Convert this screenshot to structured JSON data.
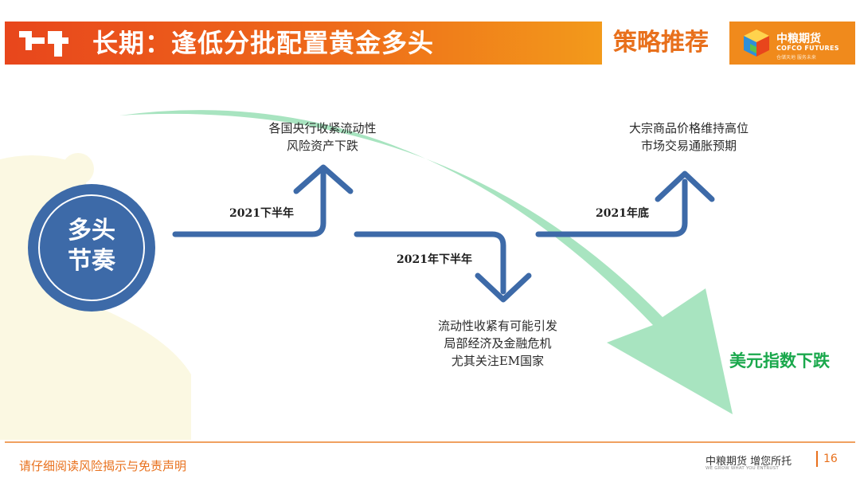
{
  "header": {
    "title": "长期：逢低分批配置黄金多头",
    "tag": "策略推荐"
  },
  "brand": {
    "name_cn": "中粮期货",
    "name_en": "COFCO FUTURES",
    "sub": "仓储天地 服务未来"
  },
  "diagram": {
    "center_label_line1": "多头",
    "center_label_line2": "节奏",
    "steps": [
      {
        "period": "2021下半年",
        "direction": "up",
        "text": [
          "各国央行收紧流动性",
          "风险资产下跌"
        ]
      },
      {
        "period": "2021年下半年",
        "direction": "down",
        "text": [
          "流动性收紧有可能引发",
          "局部经济及金融危机",
          "尤其关注EM国家"
        ]
      },
      {
        "period": "2021年底",
        "direction": "up",
        "text": [
          "大宗商品价格维持高位",
          "市场交易通胀预期"
        ]
      }
    ],
    "trend_label": "美元指数下跌"
  },
  "footer": {
    "disclaimer": "请仔细阅读风险揭示与免责声明",
    "slogan": "中粮期货 增您所托",
    "slogan_en": "WE GROW WHAT YOU ENTRUST",
    "page": "16"
  },
  "colors": {
    "header_gradient_start": "#e8461c",
    "header_gradient_end": "#f39a1b",
    "arrow_blue": "#3d6aa8",
    "circle_blue": "#3d6aa8",
    "trend_green": "#a8e4c0",
    "trend_text": "#1aa84c",
    "accent_orange": "#e8701c"
  }
}
